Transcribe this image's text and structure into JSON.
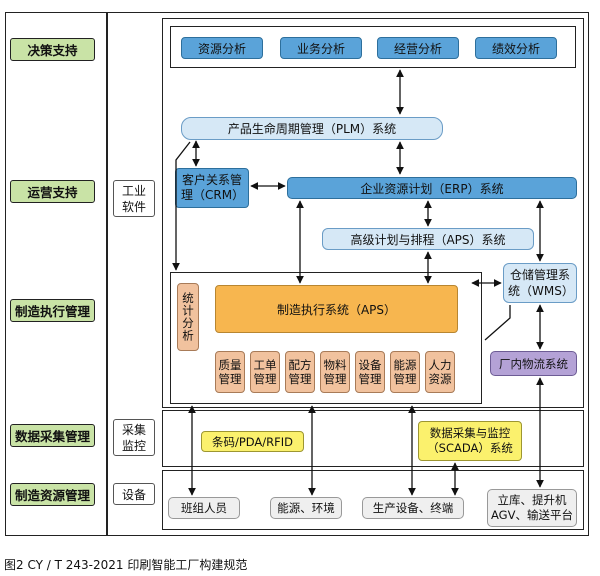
{
  "left_labels": {
    "decision": "决策支持",
    "operation": "运营支持",
    "manufacturing": "制造执行管理",
    "data_collection": "数据采集管理",
    "resources": "制造资源管理"
  },
  "mid_labels": {
    "software": "工业软件",
    "collection": "采集监控",
    "equipment": "设备"
  },
  "analysis": [
    "资源分析",
    "业务分析",
    "经营分析",
    "绩效分析"
  ],
  "systems": {
    "plm": "产品生命周期管理（PLM）系统",
    "crm": "客户关系管理（CRM）",
    "erp": "企业资源计划（ERP）系统",
    "aps": "高级计划与排程（APS）系统",
    "wms": "仓储管理系统（WMS）",
    "stats": "统计分析",
    "mes": "制造执行系统（APS）",
    "logistics": "厂内物流系统"
  },
  "mes_modules": [
    "质量管理",
    "工单管理",
    "配方管理",
    "物料管理",
    "设备管理",
    "能源管理",
    "人力资源"
  ],
  "collection_items": {
    "barcode": "条码/PDA/RFID",
    "scada": "数据采集与监控（SCADA）系统"
  },
  "equipment_items": {
    "staff": "班组人员",
    "energy": "能源、环境",
    "production": "生产设备、终端",
    "warehouse": "立库、提升机AGV、输送平台"
  },
  "caption": "图2  CY / T 243-2021 印刷智能工厂构建规范"
}
